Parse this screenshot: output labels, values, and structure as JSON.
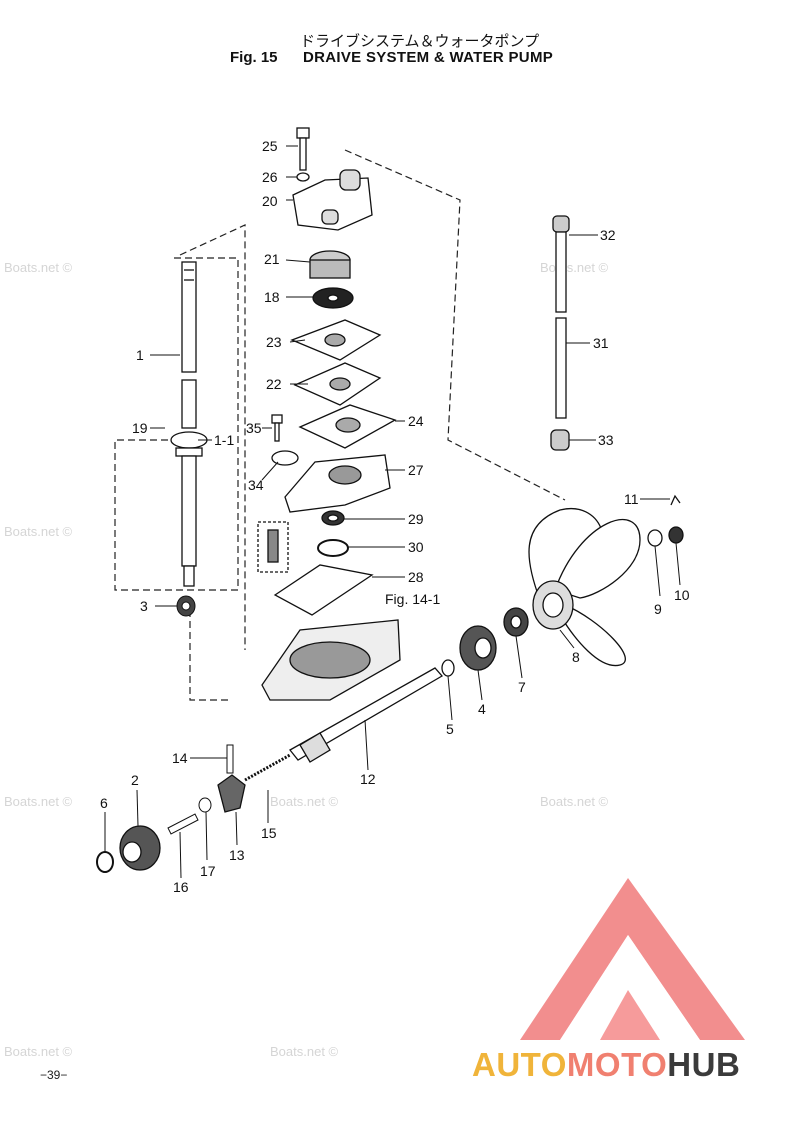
{
  "header": {
    "japanese_title": "ドライブシステム＆ウォータポンプ",
    "figure_number": "Fig. 15",
    "english_title": "DRAIVE SYSTEM & WATER PUMP"
  },
  "callouts": [
    {
      "id": "25",
      "label": "25"
    },
    {
      "id": "26",
      "label": "26"
    },
    {
      "id": "20",
      "label": "20"
    },
    {
      "id": "21",
      "label": "21"
    },
    {
      "id": "18",
      "label": "18"
    },
    {
      "id": "23",
      "label": "23"
    },
    {
      "id": "22",
      "label": "22"
    },
    {
      "id": "24",
      "label": "24"
    },
    {
      "id": "35",
      "label": "35"
    },
    {
      "id": "27",
      "label": "27"
    },
    {
      "id": "34",
      "label": "34"
    },
    {
      "id": "29",
      "label": "29"
    },
    {
      "id": "30",
      "label": "30"
    },
    {
      "id": "28",
      "label": "28"
    },
    {
      "id": "32",
      "label": "32"
    },
    {
      "id": "31",
      "label": "31"
    },
    {
      "id": "33",
      "label": "33"
    },
    {
      "id": "11",
      "label": "11"
    },
    {
      "id": "1",
      "label": "1"
    },
    {
      "id": "19",
      "label": "19"
    },
    {
      "id": "1-1",
      "label": "1-1"
    },
    {
      "id": "3",
      "label": "3"
    },
    {
      "id": "9",
      "label": "9"
    },
    {
      "id": "10",
      "label": "10"
    },
    {
      "id": "8",
      "label": "8"
    },
    {
      "id": "7",
      "label": "7"
    },
    {
      "id": "4",
      "label": "4"
    },
    {
      "id": "5",
      "label": "5"
    },
    {
      "id": "12",
      "label": "12"
    },
    {
      "id": "14",
      "label": "14"
    },
    {
      "id": "2",
      "label": "2"
    },
    {
      "id": "6",
      "label": "6"
    },
    {
      "id": "15",
      "label": "15"
    },
    {
      "id": "13",
      "label": "13"
    },
    {
      "id": "17",
      "label": "17"
    },
    {
      "id": "16",
      "label": "16"
    }
  ],
  "cross_reference": "Fig. 14-1",
  "watermark_text": "Boats.net ©",
  "page_number": "−39−",
  "logo": {
    "part1": "AUTO",
    "part2": "MOTO",
    "part3": "HUB",
    "colors": {
      "auto": "#f0b43a",
      "moto": "#f08070",
      "hub": "#3b3b3b",
      "triangle": "#f0606a"
    }
  }
}
